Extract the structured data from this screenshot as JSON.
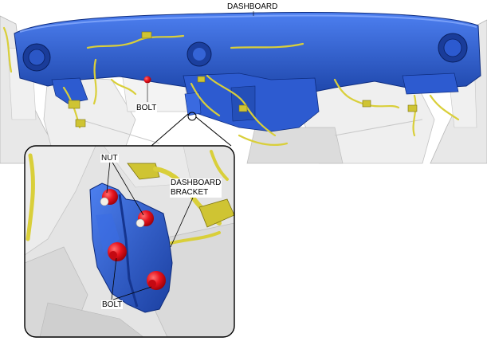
{
  "labels": {
    "dashboard": "DASHBOARD",
    "bolt_top": "BOLT",
    "nut": "NUT",
    "dashboard_bracket_line1": "DASHBOARD",
    "dashboard_bracket_line2": "BRACKET",
    "bolt_bottom": "BOLT"
  },
  "colors": {
    "dashboard_blue": "#2e5fd0",
    "harness_yellow": "#d9cf3a",
    "fastener_red": "#e8141e",
    "background_gray": "#e6e6e6"
  }
}
